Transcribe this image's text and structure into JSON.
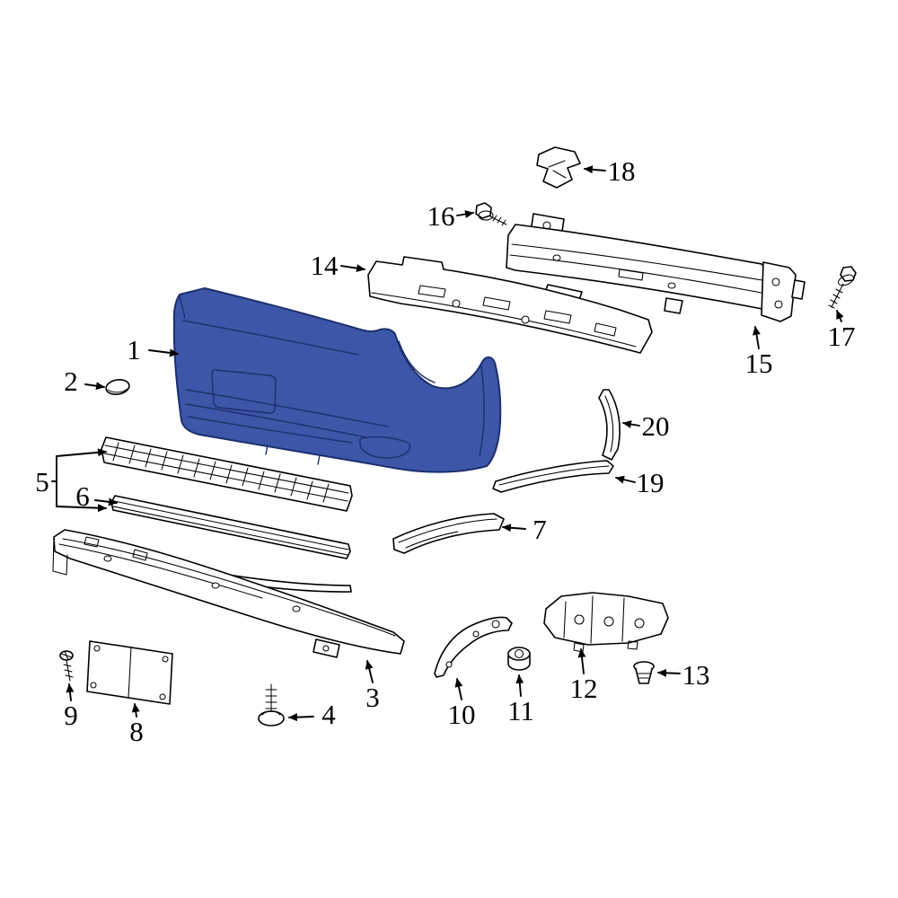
{
  "diagram": {
    "kind": "exploded-parts-diagram",
    "subject": "front-bumper-assembly",
    "background_color": "#ffffff",
    "line_color": "#000000",
    "highlight_fill": "#3d56a8",
    "highlight_stroke": "#1d2f6e",
    "callouts": [
      {
        "num": "1",
        "part": "bumper-cover"
      },
      {
        "num": "2",
        "part": "cap"
      },
      {
        "num": "3",
        "part": "lower-deflector"
      },
      {
        "num": "4",
        "part": "screw"
      },
      {
        "num": "5",
        "part": "upper-grille"
      },
      {
        "num": "6",
        "part": "lower-grille-molding"
      },
      {
        "num": "7",
        "part": "lower-side-trim"
      },
      {
        "num": "8",
        "part": "license-plate-bracket"
      },
      {
        "num": "9",
        "part": "screw"
      },
      {
        "num": "10",
        "part": "side-bracket"
      },
      {
        "num": "11",
        "part": "nut"
      },
      {
        "num": "12",
        "part": "side-support"
      },
      {
        "num": "13",
        "part": "push-clip"
      },
      {
        "num": "14",
        "part": "impact-absorber"
      },
      {
        "num": "15",
        "part": "bumper-reinforcement"
      },
      {
        "num": "16",
        "part": "bolt"
      },
      {
        "num": "17",
        "part": "bolt"
      },
      {
        "num": "18",
        "part": "bracket"
      },
      {
        "num": "19",
        "part": "lower-trim-strip"
      },
      {
        "num": "20",
        "part": "side-bracket"
      }
    ]
  }
}
